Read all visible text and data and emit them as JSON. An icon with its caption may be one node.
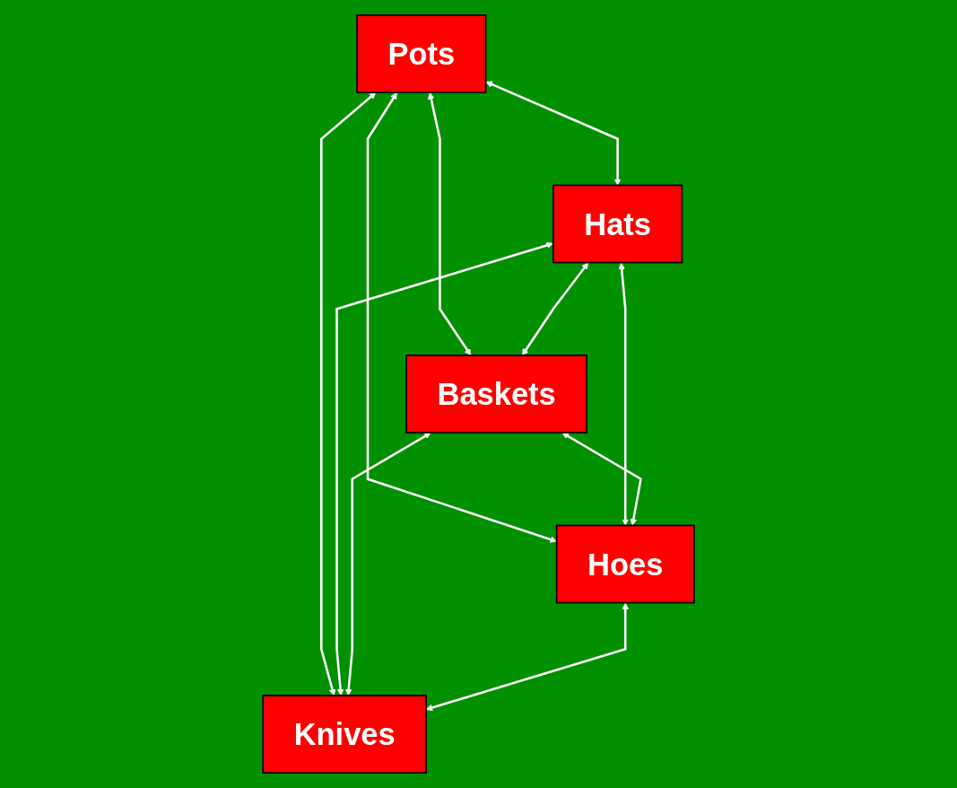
{
  "diagram": {
    "nodes": [
      {
        "text": [
          "Pots"
        ]
      },
      {
        "text": [
          "Hats"
        ]
      },
      {
        "text": [
          "Baskets"
        ]
      },
      {
        "text": [
          "Hoes"
        ]
      },
      {
        "text": [
          "Knives"
        ]
      }
    ],
    "edges": [
      {
        "from": 0,
        "to": 1,
        "arrow": "both"
      },
      {
        "from": 0,
        "to": 3,
        "arrow": "both"
      },
      {
        "from": 0,
        "to": 4,
        "arrow": "both"
      },
      {
        "from": 0,
        "to": 2,
        "arrow": "both"
      },
      {
        "from": 1,
        "to": 2,
        "arrow": "both"
      },
      {
        "from": 1,
        "to": 4,
        "arrow": "both"
      },
      {
        "from": 1,
        "to": 3,
        "arrow": "both"
      },
      {
        "from": 2,
        "to": 3,
        "arrow": "both"
      },
      {
        "from": 2,
        "to": 4,
        "arrow": "both"
      },
      {
        "from": 3,
        "to": 4,
        "arrow": "both"
      }
    ]
  }
}
